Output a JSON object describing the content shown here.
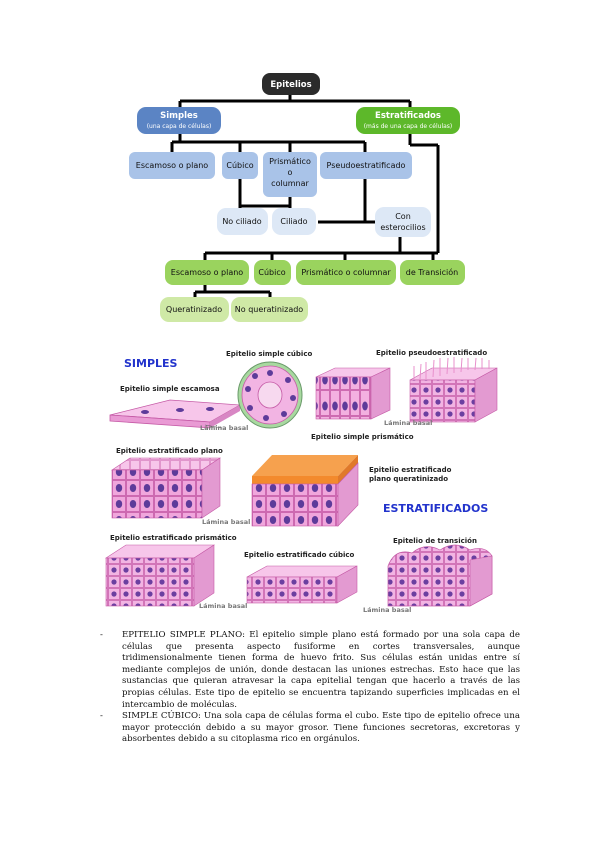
{
  "diagram": {
    "root": "Epitelios",
    "simples": {
      "title": "Simples",
      "sub": "(una capa de células)"
    },
    "estratificados": {
      "title": "Estratificados",
      "sub": "(más de una capa de células)"
    },
    "simple_types": [
      "Escamoso o plano",
      "Cúbico",
      "Prismático o columnar",
      "Pseudoestratificado"
    ],
    "prismatico_lines": [
      "Prismático",
      "o",
      "columnar"
    ],
    "cilia": [
      "No ciliado",
      "Ciliado"
    ],
    "estereocilios_lines": [
      "Con",
      "esterocilios"
    ],
    "strat_types": [
      "Escamoso o plano",
      "Cúbico",
      "Prismático o columnar",
      "de Transición"
    ],
    "keratin": [
      "Queratinizado",
      "No queratinizado"
    ],
    "colors": {
      "root": "#2b2b2b",
      "simples": "#5b84c4",
      "simples_light": "#a9c3e8",
      "simples_pale": "#dde8f6",
      "estrat": "#5db82a",
      "estrat_light": "#9ad35e",
      "estrat_pale": "#cfe9a6"
    }
  },
  "illustration": {
    "simples_heading": "SIMPLES",
    "estratificados_heading": "ESTRATIFICADOS",
    "labels": {
      "simple_cubico": "Epitelio simple cúbico",
      "pseudo": "Epitelio pseudoestratificado",
      "simple_escamosa": "Epitelio simple escamosa",
      "simple_prismatico": "Epitelio simple prismático",
      "estrat_plano": "Epitelio estratificado plano",
      "estrat_queratinizado_1": "Epitelio estratificado",
      "estrat_queratinizado_2": "plano queratinizado",
      "estrat_prismatico": "Epitelio estratificado prismático",
      "estrat_cubico": "Epitelio estratificado cúbico",
      "transicion": "Epitelio de transición"
    },
    "lamina": "Lámina basal"
  },
  "text": {
    "items": [
      {
        "bullet": "-",
        "body": "EPITELIO SIMPLE PLANO: El epitelio simple plano está formado por una sola capa de células que presenta aspecto fusiforme en cortes transversales, aunque tridimensionalmente tienen forma de huevo frito. Sus células están unidas entre sí mediante complejos de unión, donde destacan las uniones estrechas. Esto hace que las sustancias que quieran atravesar la capa epitelial tengan que hacerlo a través de las propias células. Este tipo de epitelio se encuentra tapizando superficies implicadas en el intercambio de moléculas."
      },
      {
        "bullet": "-",
        "body": "SIMPLE CÚBICO: Una sola capa de células forma el cubo. Este tipo de epitelio ofrece una mayor protección debido a su mayor grosor. Tiene funciones secretoras, excretoras y absorbentes debido a su citoplasma rico en orgánulos."
      }
    ]
  }
}
